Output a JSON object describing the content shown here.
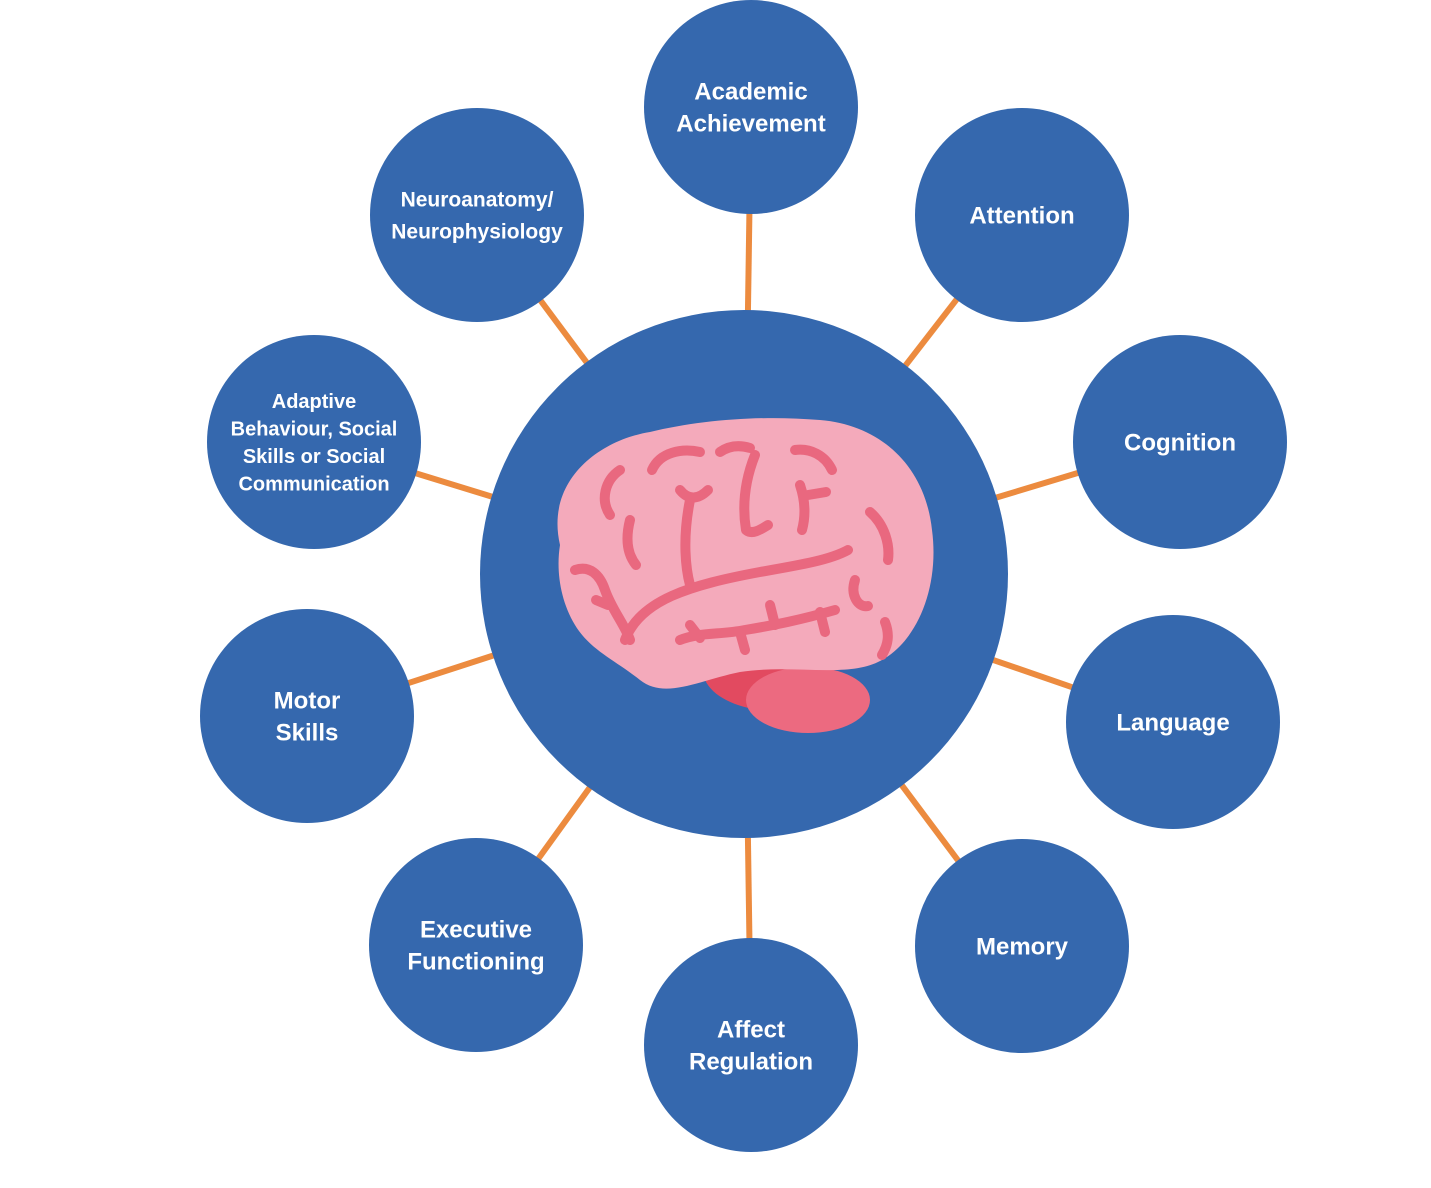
{
  "colors": {
    "node_fill": "#3568ae",
    "connector": "#ec8b3f",
    "label_text": "#ffffff",
    "brain_pink": "#f4aabb",
    "brain_fold": "#e9687f",
    "cerebellum": "#ec6a80",
    "brainstem": "#e24a60"
  },
  "center": {
    "icon": "brain-icon"
  },
  "nodes": [
    {
      "id": "academic-achievement",
      "lines": [
        "Academic",
        "Achievement"
      ]
    },
    {
      "id": "attention",
      "lines": [
        "Attention"
      ]
    },
    {
      "id": "cognition",
      "lines": [
        "Cognition"
      ]
    },
    {
      "id": "language",
      "lines": [
        "Language"
      ]
    },
    {
      "id": "memory",
      "lines": [
        "Memory"
      ]
    },
    {
      "id": "affect-regulation",
      "lines": [
        "Affect",
        "Regulation"
      ]
    },
    {
      "id": "executive-functioning",
      "lines": [
        "Executive",
        "Functioning"
      ]
    },
    {
      "id": "motor-skills",
      "lines": [
        "Motor",
        "Skills"
      ]
    },
    {
      "id": "adaptive-behaviour",
      "lines": [
        "Adaptive",
        "Behaviour, Social",
        "Skills or Social",
        "Communication"
      ]
    },
    {
      "id": "neuroanatomy",
      "lines": [
        "Neuroanatomy/",
        "Neurophysiology"
      ]
    }
  ]
}
